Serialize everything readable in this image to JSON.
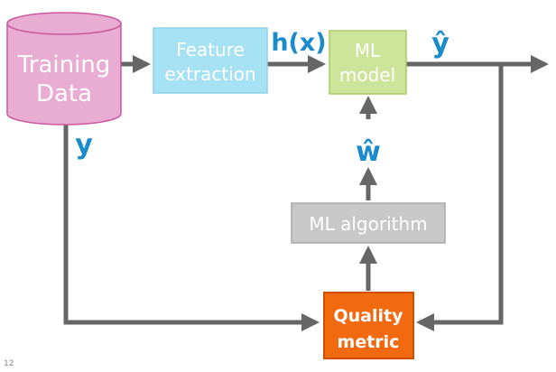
{
  "nodes": {
    "training_data": {
      "line1": "Training",
      "line2": "Data"
    },
    "feature_extraction": {
      "line1": "Feature",
      "line2": "extraction"
    },
    "ml_model": {
      "line1": "ML",
      "line2": "model"
    },
    "ml_algorithm": {
      "label": "ML algorithm"
    },
    "quality_metric": {
      "line1": "Quality",
      "line2": "metric"
    }
  },
  "edge_labels": {
    "hx": "h(x)",
    "y_hat": "ŷ",
    "w_hat": "ŵ",
    "y": "y"
  },
  "slide_number": "12",
  "colors": {
    "training_fill": "#e9acd3",
    "training_stroke": "#c9589f",
    "feature_fill": "#a6e1f4",
    "feature_stroke": "#8fd2ea",
    "model_fill": "#cde59a",
    "model_stroke": "#a9cc62",
    "algorithm_fill": "#c8c8c8",
    "algorithm_stroke": "#a9a9a9",
    "quality_fill": "#f26a10",
    "quality_stroke": "#d14f00",
    "arrow": "#666666",
    "math_label": "#1a8ccc",
    "box_text": "#ffffff",
    "quality_text": "#ffffff"
  }
}
